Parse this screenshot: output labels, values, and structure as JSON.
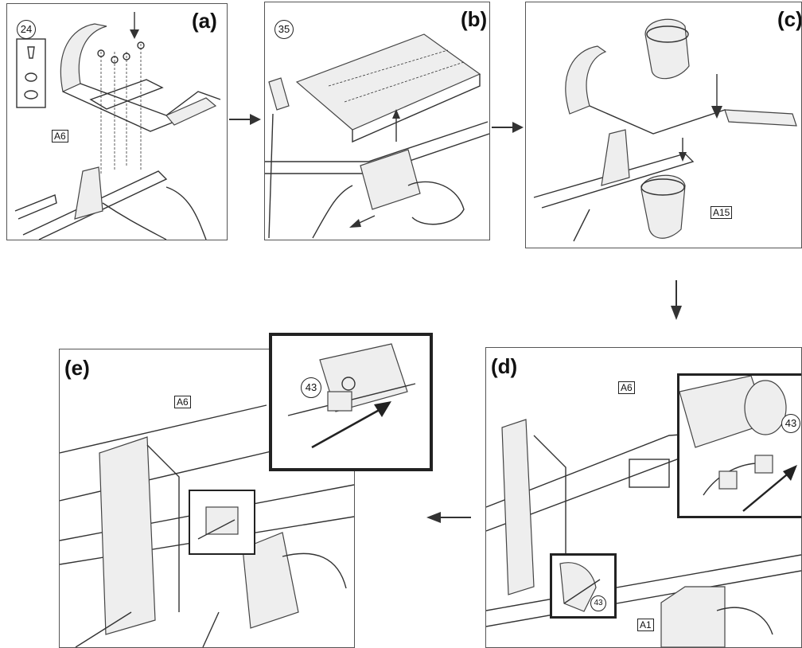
{
  "panels": {
    "a": {
      "label": "(a)",
      "part_circle": "24",
      "callout": "A6"
    },
    "b": {
      "label": "(b)",
      "part_circle": "35"
    },
    "c": {
      "label": "(c)",
      "callout": "A15"
    },
    "d": {
      "label": "(d)",
      "callout_top": "A6",
      "callout_bottom": "A1",
      "inset_circle": "43",
      "detail_circle": "43"
    },
    "e": {
      "label": "(e)",
      "callout": "A6",
      "inset_circle": "43"
    }
  },
  "colors": {
    "line": "#333333",
    "frame": "#555555",
    "inset_border": "#222222",
    "arrow": "#333333"
  }
}
